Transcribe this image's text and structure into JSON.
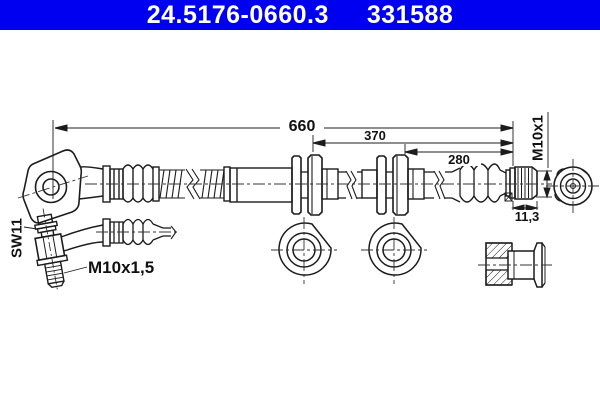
{
  "header": {
    "part_number": "24.5176-0660.3",
    "article_number": "331588"
  },
  "labels": {
    "dim_overall_length": "660",
    "dim_length_370": "370",
    "dim_length_280": "280",
    "thread_end_fitting": "M10x1",
    "dim_thread_depth": "11,3",
    "wrench_size": "SW11",
    "thread_banjo_bolt": "M10x1,5"
  },
  "colors": {
    "header_bg": "#0000f0",
    "header_text": "#ffffff",
    "line": "#1c1c1c",
    "background": "#ffffff"
  }
}
